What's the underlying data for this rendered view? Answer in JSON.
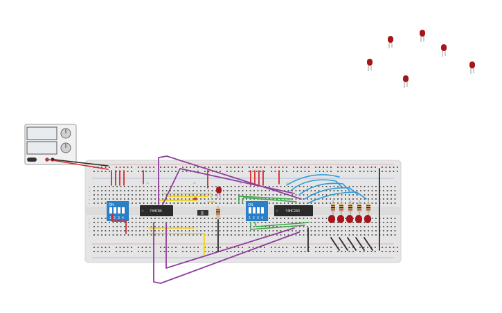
{
  "chips": [
    {
      "label": "74HC86"
    },
    {
      "label": "74HC283"
    }
  ],
  "dip_switches": [
    {
      "header": "ON",
      "positions": [
        "1",
        "2",
        "3",
        "4"
      ]
    },
    {
      "header": "ON",
      "positions": [
        "1",
        "2",
        "3",
        "4"
      ]
    }
  ],
  "breadboard": {
    "column_numbers": [
      "10",
      "20",
      "30",
      "40"
    ],
    "row_letters": [
      "a",
      "b",
      "c",
      "d",
      "e",
      "f",
      "g",
      "h",
      "i",
      "j"
    ]
  },
  "colors": {
    "wire_red": "#d42a2a",
    "wire_yellow": "#f2d21b",
    "wire_purple": "#8e3d9c",
    "wire_blue": "#2d9bdb",
    "wire_green": "#3aa844",
    "wire_black": "#2a2a2a",
    "led_red": "#a5161b",
    "dip_blue": "#2a7fc7",
    "chip_body": "#2b2b2b",
    "board": "#e5e5e5"
  }
}
